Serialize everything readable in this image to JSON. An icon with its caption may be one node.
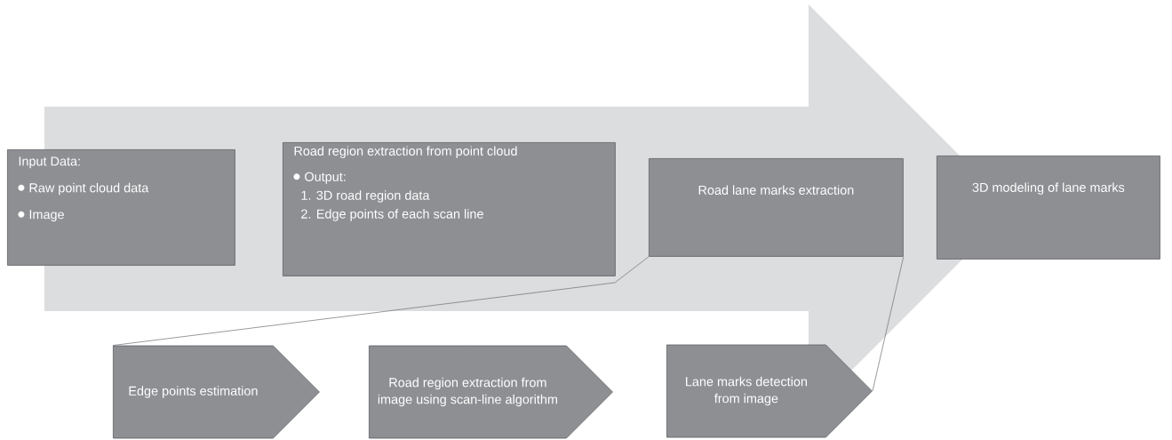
{
  "diagram": {
    "nodes": [
      {
        "text": [
          "Input Data:",
          "Raw point cloud data",
          "Image"
        ]
      },
      {
        "text": [
          "Road region extraction from point cloud",
          "Output:",
          "1. 3D road region data",
          "2. Edge points of each scan line"
        ]
      },
      {
        "text": [
          "Road lane marks extraction"
        ]
      },
      {
        "text": [
          "3D modeling of lane marks"
        ]
      },
      {
        "text": [
          "Edge points estimation"
        ]
      },
      {
        "text": [
          "Road region extraction from image using scan-line algorithm"
        ]
      },
      {
        "text": [
          "Lane marks detection from image"
        ]
      }
    ],
    "edges": [
      {
        "from": 0,
        "to": 3,
        "arrow": "to",
        "style": "thick",
        "color": "#dcdddf"
      },
      {
        "from": 2,
        "to": 4,
        "arrow": "none"
      },
      {
        "from": 2,
        "to": 6,
        "arrow": "none"
      }
    ]
  }
}
